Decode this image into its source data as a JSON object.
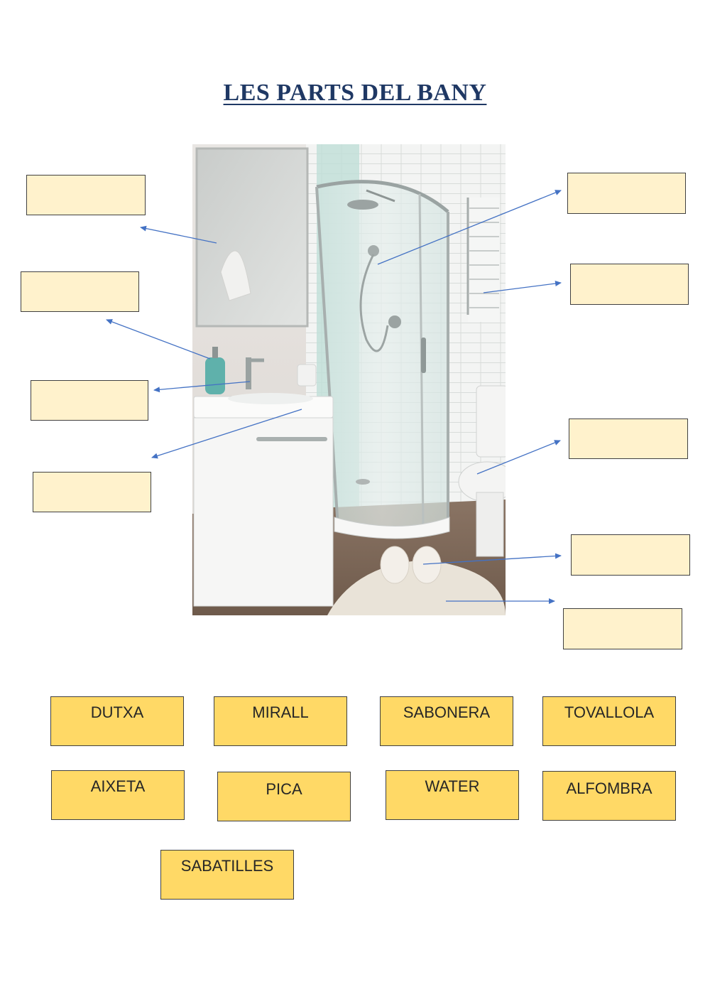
{
  "title": "LES PARTS DEL BANY",
  "photo": {
    "icon": "bathroom-photo"
  },
  "answer_boxes": [
    {
      "id": "left-1"
    },
    {
      "id": "left-2"
    },
    {
      "id": "left-3"
    },
    {
      "id": "left-4"
    },
    {
      "id": "right-1"
    },
    {
      "id": "right-2"
    },
    {
      "id": "right-3"
    },
    {
      "id": "right-4"
    },
    {
      "id": "right-5"
    }
  ],
  "words": [
    "DUTXA",
    "MIRALL",
    "SABONERA",
    "TOVALLOLA",
    "AIXETA",
    "PICA",
    "WATER",
    "ALFOMBRA",
    "SABATILLES"
  ],
  "colors": {
    "title": "#1f3864",
    "answer_box": "#fff2cc",
    "word_card": "#ffd966",
    "arrow": "#4472c4"
  }
}
